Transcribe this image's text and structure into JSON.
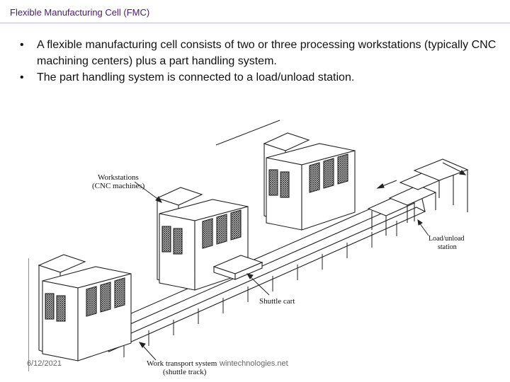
{
  "slide": {
    "title": "Flexible Manufacturing Cell (FMC)",
    "bullets": [
      "A flexible manufacturing cell consists of two or three processing workstations (typically CNC machining centers) plus a part handling system.",
      "The part handling system is connected to a load/unload station."
    ],
    "bullet_symbol": "•"
  },
  "diagram": {
    "labels": {
      "workstations_line1": "Workstations",
      "workstations_line2": "(CNC machines)",
      "load_line1": "Load/unload",
      "load_line2": "station",
      "shuttle_cart": "Shuttle cart",
      "work_transport_line1": "Work transport system",
      "work_transport_line2": "(shuttle track)"
    }
  },
  "footer": {
    "date": "6/12/2021",
    "source": "wintechnologies.net"
  }
}
